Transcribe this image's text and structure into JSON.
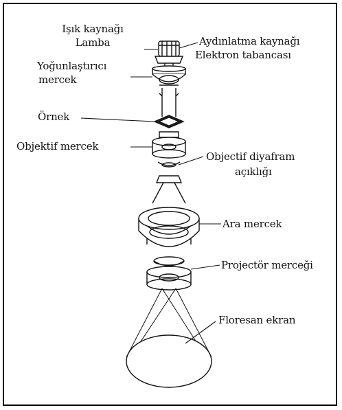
{
  "labels": {
    "light_source": "Işık kaynağı",
    "lamp": "Lamba",
    "condenser_1": "Yoğunlaştırıcı",
    "condenser_2": "mercek",
    "illumination_source": "Aydınlatma kaynağı",
    "electron_gun": "Elektron tabancası",
    "specimen": "Örnek",
    "objective_lens": "Objektif mercek",
    "objective_aperture_1": "Objectif diyafram",
    "objective_aperture_2": "açıklığı",
    "intermediate_lens": "Ara mercek",
    "projector_lens": "Projectör merceği",
    "fluorescent_screen": "Floresan ekran"
  }
}
